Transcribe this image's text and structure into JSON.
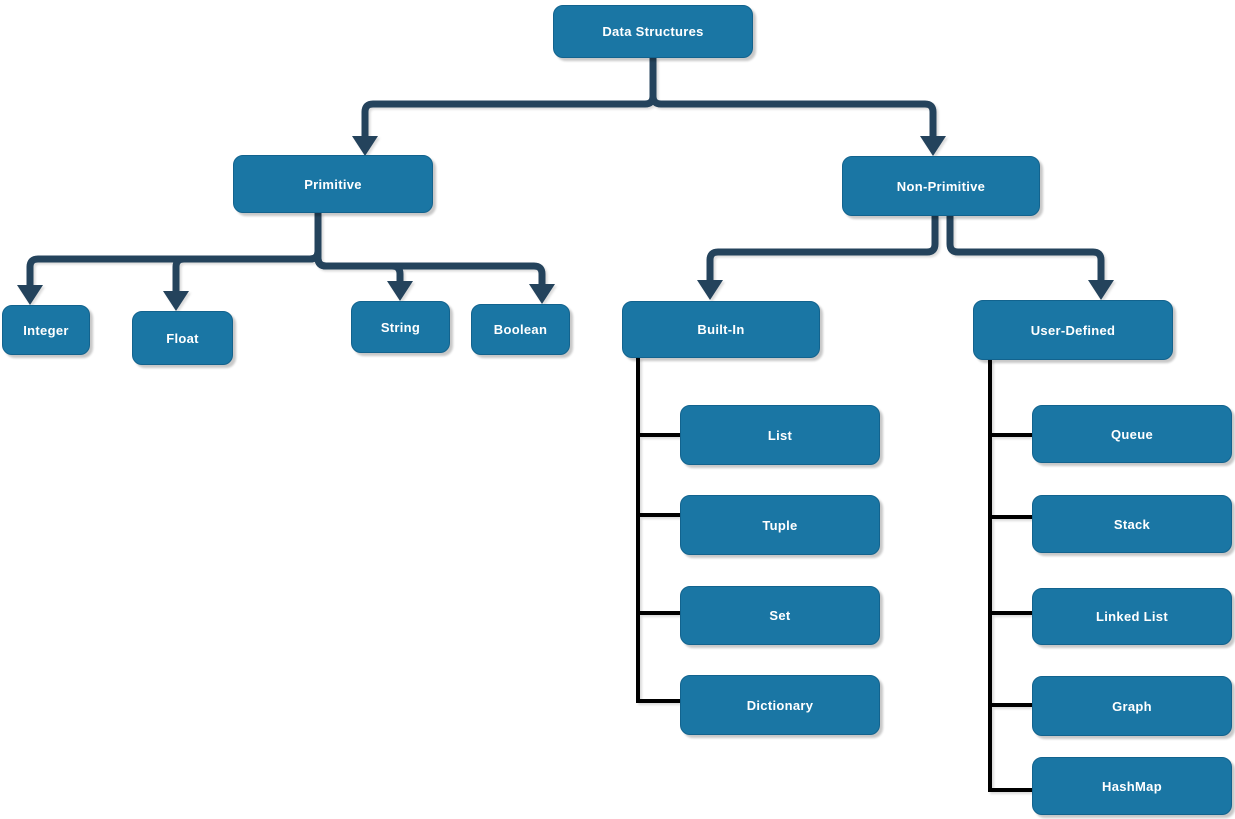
{
  "diagram": {
    "type": "tree",
    "title": "Data Structures"
  },
  "tree": {
    "label": "Data Structures",
    "children": [
      {
        "label": "Primitive",
        "children": [
          {
            "label": "Integer"
          },
          {
            "label": "Float"
          },
          {
            "label": "String"
          },
          {
            "label": "Boolean"
          }
        ]
      },
      {
        "label": "Non-Primitive",
        "children": [
          {
            "label": "Built-In",
            "children": [
              {
                "label": "List"
              },
              {
                "label": "Tuple"
              },
              {
                "label": "Set"
              },
              {
                "label": "Dictionary"
              }
            ]
          },
          {
            "label": "User-Defined",
            "children": [
              {
                "label": "Queue"
              },
              {
                "label": "Stack"
              },
              {
                "label": "Linked List"
              },
              {
                "label": "Graph"
              },
              {
                "label": "HashMap"
              }
            ]
          }
        ]
      }
    ]
  },
  "colors": {
    "node_fill": "#1a76a4",
    "node_border": "#12638e",
    "node_text": "#ffffff",
    "connector_arrow": "#24435c",
    "connector_branch": "#000000",
    "background": "#ffffff"
  }
}
